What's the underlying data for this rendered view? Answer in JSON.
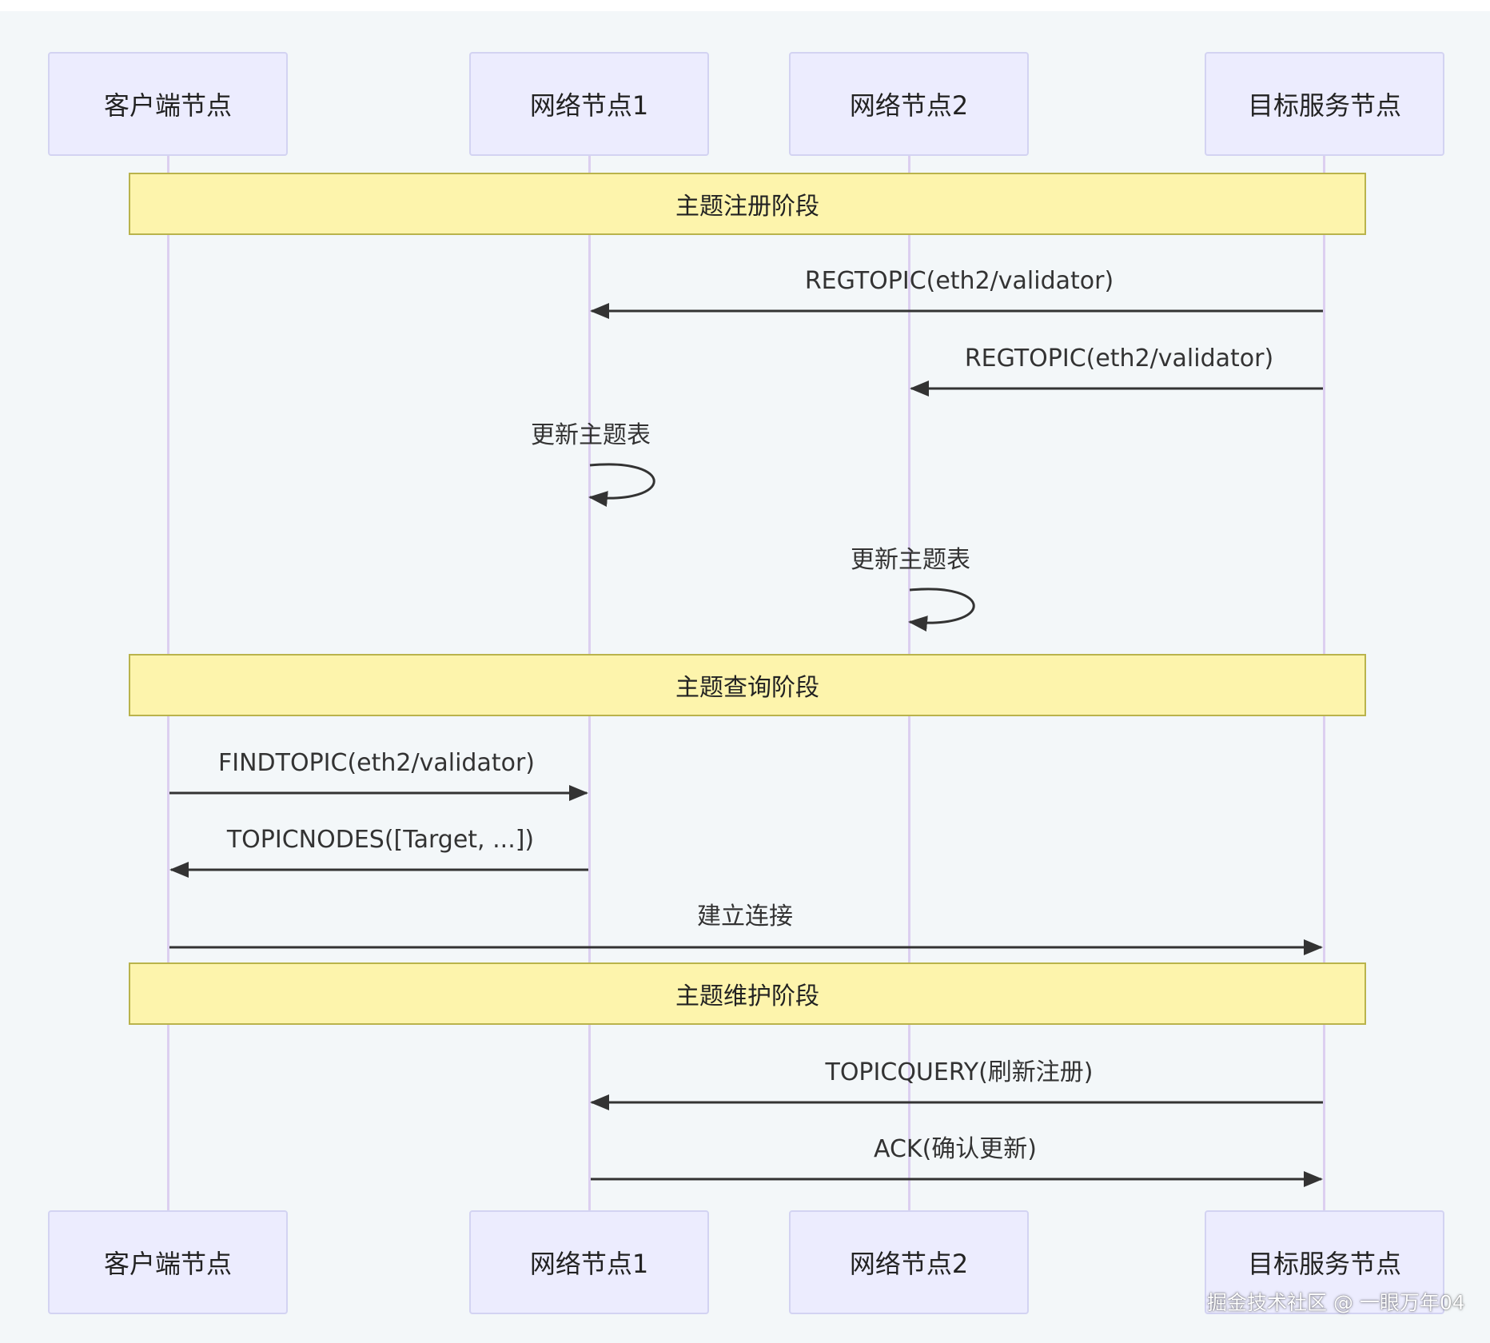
{
  "participants": [
    {
      "id": "client",
      "label": "客户端节点"
    },
    {
      "id": "node1",
      "label": "网络节点1"
    },
    {
      "id": "node2",
      "label": "网络节点2"
    },
    {
      "id": "target",
      "label": "目标服务节点"
    }
  ],
  "phases": [
    {
      "label": "主题注册阶段"
    },
    {
      "label": "主题查询阶段"
    },
    {
      "label": "主题维护阶段"
    }
  ],
  "messages": [
    {
      "from": "target",
      "to": "node1",
      "label": "REGTOPIC(eth2/validator)"
    },
    {
      "from": "target",
      "to": "node2",
      "label": "REGTOPIC(eth2/validator)"
    },
    {
      "from": "node1",
      "to": "node1",
      "label": "更新主题表"
    },
    {
      "from": "node2",
      "to": "node2",
      "label": "更新主题表"
    },
    {
      "from": "client",
      "to": "node1",
      "label": "FINDTOPIC(eth2/validator)"
    },
    {
      "from": "node1",
      "to": "client",
      "label": "TOPICNODES([Target, ...])"
    },
    {
      "from": "client",
      "to": "target",
      "label": "建立连接"
    },
    {
      "from": "target",
      "to": "node1",
      "label": "TOPICQUERY(刷新注册)"
    },
    {
      "from": "node1",
      "to": "target",
      "label": "ACK(确认更新)"
    }
  ],
  "watermark": "掘金技术社区 @ 一眼万年04",
  "colors": {
    "actor_fill": "#ececfe",
    "actor_border": "#d3d3f2",
    "phase_fill": "#fdf4ac",
    "phase_border": "#b9b34c",
    "lifeline": "#dccff0",
    "arrow": "#333333"
  }
}
